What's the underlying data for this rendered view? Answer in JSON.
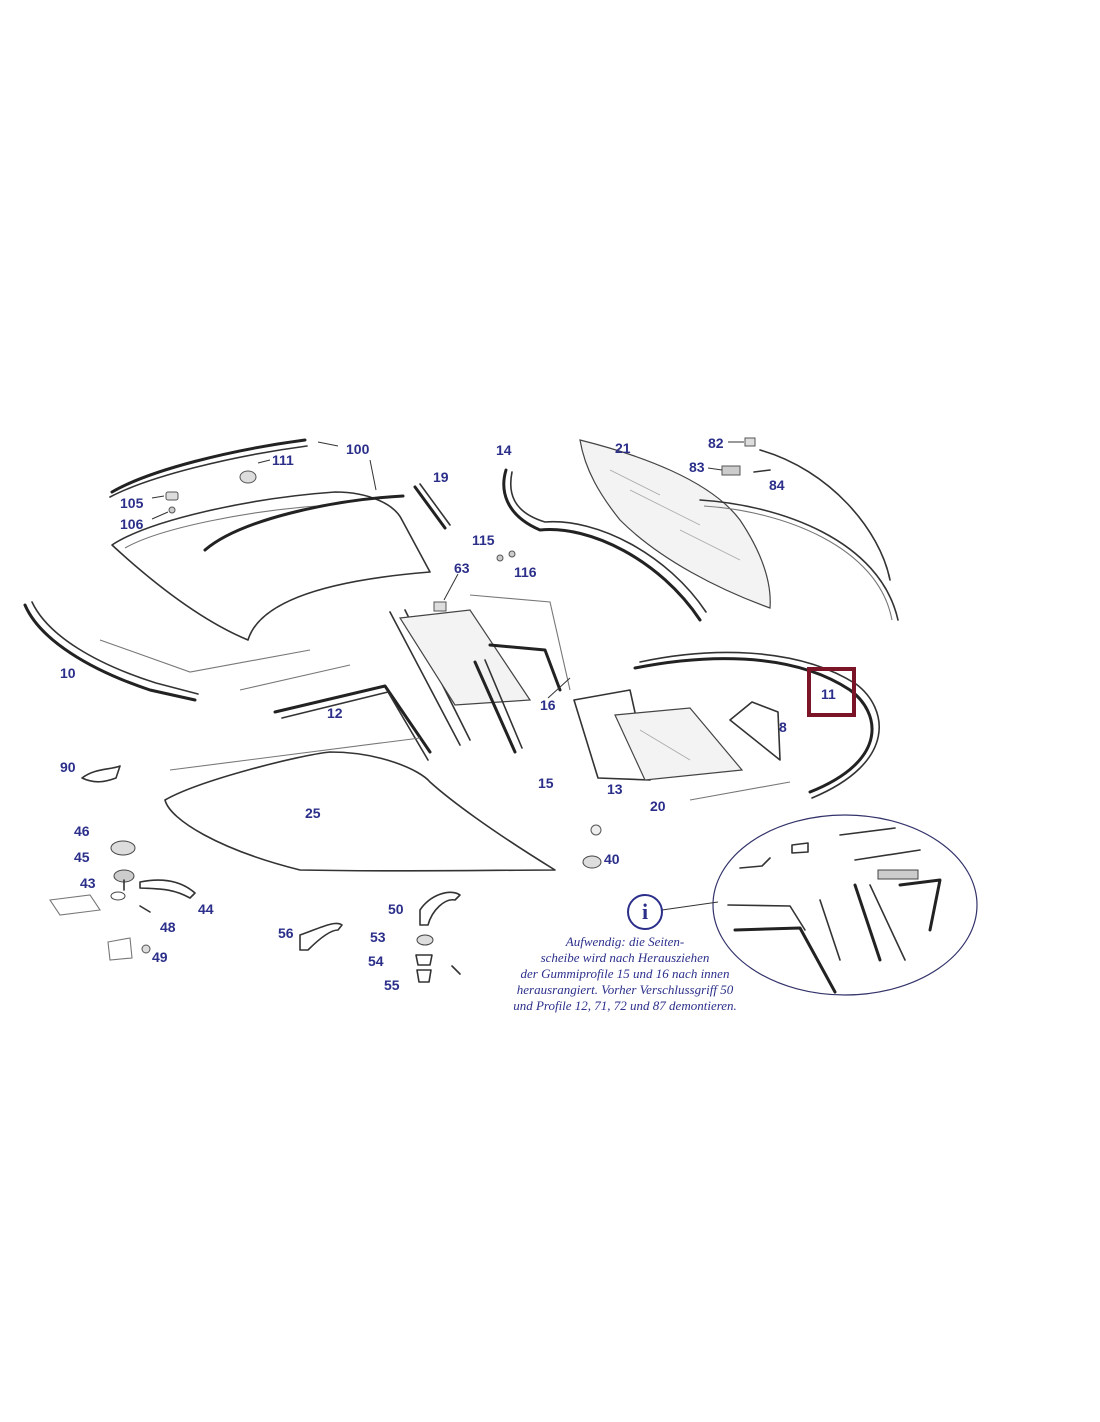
{
  "colors": {
    "label": "#2b2f8a",
    "highlight": "#7a1426",
    "line": "#333333"
  },
  "labels": {
    "p100": "100",
    "p111": "111",
    "p105": "105",
    "p106": "106",
    "p19": "19",
    "p14": "14",
    "p21": "21",
    "p82": "82",
    "p83": "83",
    "p84": "84",
    "p115": "115",
    "p116": "116",
    "p63": "63",
    "p10": "10",
    "p12": "12",
    "p16": "16",
    "p15": "15",
    "p13": "13",
    "p20": "20",
    "p11": "11",
    "p8": "8",
    "p90": "90",
    "p25": "25",
    "p40": "40",
    "p46": "46",
    "p45": "45",
    "p43": "43",
    "p44": "44",
    "p48": "48",
    "p49": "49",
    "p56": "56",
    "p50": "50",
    "p53": "53",
    "p54": "54",
    "p55": "55"
  },
  "highlighted_part": "11",
  "info_icon": "info-icon",
  "note_lines": [
    "Aufwendig: die Seiten-",
    "scheibe wird nach Herausziehen",
    "der Gummiprofile 15 und 16 nach innen",
    "herausrangiert. Vorher Verschlussgriff 50",
    "und Profile 12, 71, 72 und 87 demontieren."
  ]
}
